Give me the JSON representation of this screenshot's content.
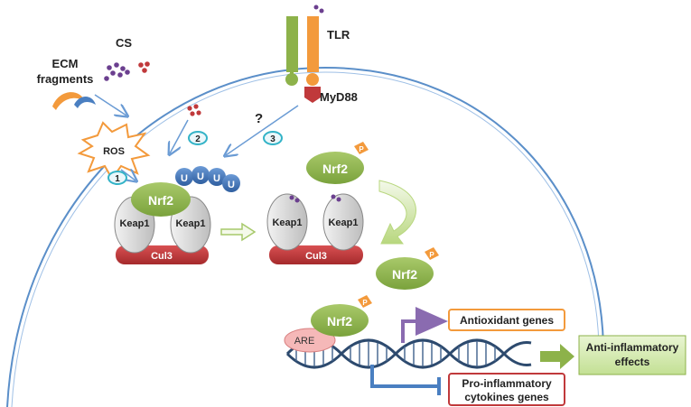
{
  "labels": {
    "ecm_line1": "ECM",
    "ecm_line2": "fragments",
    "cs": "CS",
    "tlr": "TLR",
    "myd88": "MyD88",
    "ros": "ROS",
    "question": "?",
    "step1": "1",
    "step2": "2",
    "step3": "3",
    "ubiquitin": "U",
    "nrf2": "Nrf2",
    "keap1": "Keap1",
    "cul3": "Cul3",
    "phospho": "P",
    "are": "ARE",
    "antioxidant_genes": "Antioxidant genes",
    "proinflam_line1": "Pro-inflammatory",
    "proinflam_line2": "cytokines genes",
    "antiinflam_line1": "Anti-inflammatory",
    "antiinflam_line2": "effects"
  },
  "colors": {
    "membrane": "#5b8fc9",
    "nrf2_fill": "#8db24a",
    "ubiquitin_fill": "#4a7fc1",
    "keap1_fill": "#d0d0d0",
    "cul3_fill": "#c0393b",
    "phospho_fill": "#f39a3c",
    "ros_stroke": "#f39a3c",
    "antioxidant_border": "#f39a3c",
    "proinflam_border": "#c0393b",
    "antiinflam_fill": "#cfe8a6",
    "dots_purple": "#6b3f8f",
    "dots_red": "#c0393b",
    "tlr_green": "#8db24a",
    "tlr_orange": "#f39a3c",
    "arrow_green": "#8db24a",
    "repress_blue": "#4a7fc1",
    "activate_purple": "#8a6bb0"
  }
}
